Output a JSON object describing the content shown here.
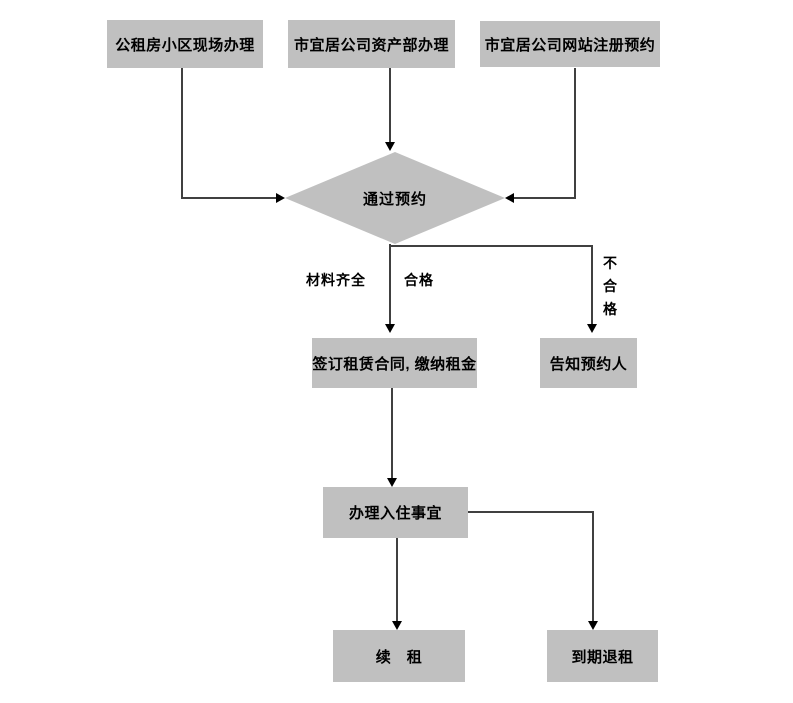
{
  "flowchart": {
    "style": {
      "background": "#ffffff",
      "node_fill": "#c0c0c0",
      "line_color": "#404040",
      "arrow_color": "#000000",
      "text_color": "#000000"
    },
    "nodes": [
      {
        "id": "entry-onsite",
        "type": "process",
        "label": "公租房小区现场办理"
      },
      {
        "id": "entry-asset-dept",
        "type": "process",
        "label": "市宜居公司资产部办理"
      },
      {
        "id": "entry-website",
        "type": "process",
        "label": "市宜居公司网站注册预约"
      },
      {
        "id": "decision-appointment",
        "type": "decision",
        "label": "通过预约"
      },
      {
        "id": "sign-contract",
        "type": "process",
        "label": "签订租赁合同, 缴纳租金"
      },
      {
        "id": "notify-applicant",
        "type": "process",
        "label": "告知预约人"
      },
      {
        "id": "checkin",
        "type": "process",
        "label": "办理入住事宜"
      },
      {
        "id": "renew",
        "type": "process",
        "label": "续　租"
      },
      {
        "id": "terminate",
        "type": "process",
        "label": "到期退租"
      }
    ],
    "edges": [
      {
        "from": "entry-onsite",
        "to": "decision-appointment",
        "labels": []
      },
      {
        "from": "entry-asset-dept",
        "to": "decision-appointment",
        "labels": []
      },
      {
        "from": "entry-website",
        "to": "decision-appointment",
        "labels": []
      },
      {
        "from": "decision-appointment",
        "to": "sign-contract",
        "labels": [
          "材料齐全",
          "合格"
        ]
      },
      {
        "from": "decision-appointment",
        "to": "notify-applicant",
        "labels": [
          "不合格"
        ]
      },
      {
        "from": "sign-contract",
        "to": "checkin",
        "labels": []
      },
      {
        "from": "checkin",
        "to": "renew",
        "labels": []
      },
      {
        "from": "checkin",
        "to": "terminate",
        "labels": []
      }
    ]
  }
}
